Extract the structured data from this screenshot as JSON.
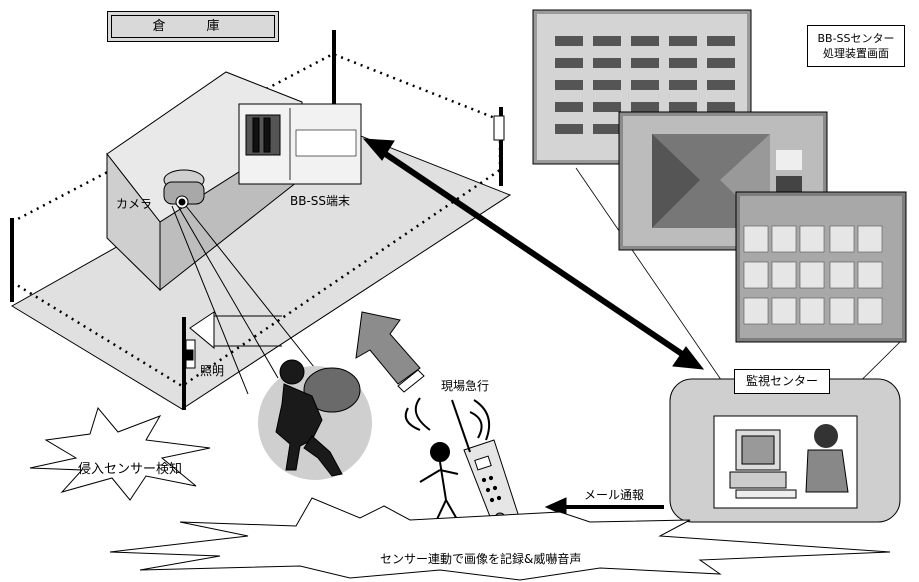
{
  "labels": {
    "warehouse": "倉　庫",
    "center_screen_line1": "BB-SSセンター",
    "center_screen_line2": "処理装置画面",
    "camera": "カメラ",
    "terminal": "BB-SS端末",
    "lighting": "照明",
    "rush": "現場急行",
    "monitoring_center": "監視センター",
    "intrusion": "侵入センサー検知",
    "mail": "メール通報",
    "bottom": "センサー連動で画像を記録&威嚇音声"
  },
  "colors": {
    "box_fill": "#d8d8d8",
    "floor_fill": "#dcdcdc",
    "screen_gray": "#8a8a8a",
    "monitor_center_fill": "#cfcfcf",
    "arrow_gray": "#8c8c8c"
  }
}
